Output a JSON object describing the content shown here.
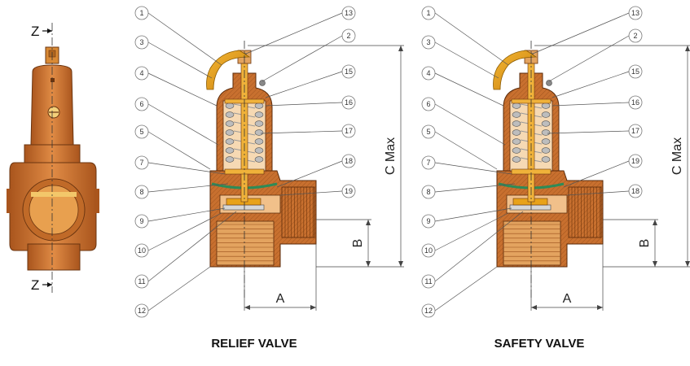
{
  "colors": {
    "bronze": "#C8702F",
    "bronze_dark": "#8E4617",
    "bronze_light": "#E39A55",
    "lever": "#E8A21A",
    "spring": "#8A8A8A",
    "seal": "#2E8B57",
    "section_line": "#5A2A0A"
  },
  "section_marker": {
    "top": "Z",
    "bottom": "Z"
  },
  "relief_valve": {
    "title": "RELIEF VALVE",
    "callouts_left": [
      "1",
      "3",
      "4",
      "6",
      "5",
      "7",
      "8",
      "9",
      "10",
      "11",
      "12"
    ],
    "callouts_right": [
      "13",
      "2",
      "15",
      "16",
      "17",
      "18",
      "19"
    ],
    "dim_a": "A",
    "dim_b": "B",
    "dim_c": "C Max"
  },
  "safety_valve": {
    "title": "SAFETY VALVE",
    "callouts_left": [
      "1",
      "3",
      "4",
      "6",
      "5",
      "7",
      "8",
      "9",
      "10",
      "11",
      "12"
    ],
    "callouts_right": [
      "13",
      "2",
      "15",
      "16",
      "17",
      "19",
      "18"
    ],
    "dim_a": "A",
    "dim_b": "B",
    "dim_c": "C Max"
  }
}
